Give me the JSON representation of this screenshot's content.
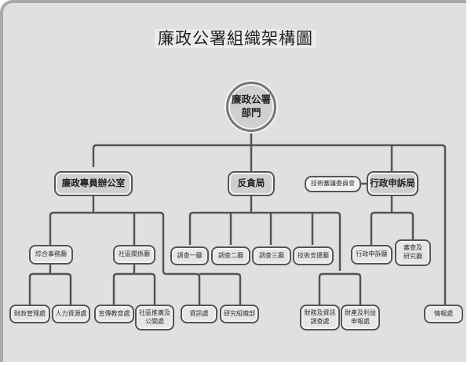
{
  "title": "廉政公署組織架構圖",
  "colors": {
    "background": "#e0e0e0",
    "line": "#555555",
    "major_fill": "#cfcfcf",
    "minor_fill": "#e6e6e6"
  },
  "root": {
    "label": "廉政公署\n部門"
  },
  "divisions": [
    {
      "id": "office",
      "label": "廉政專員辦公室"
    },
    {
      "id": "anti",
      "label": "反貪局"
    },
    {
      "id": "admin",
      "label": "行政申訴局"
    }
  ],
  "committee": {
    "label": "技術審議委員會"
  },
  "sections": {
    "general_affairs": "綜合事務廳",
    "community_relations": "社區關係廳",
    "investigation_1": "調查一廳",
    "investigation_2": "調查二廳",
    "investigation_3": "調查三廳",
    "tech_support": "技術支援廳",
    "admin_complaints": "行政申訴廳",
    "audit_research": "審查及\n研究廳"
  },
  "units": {
    "finance": "財政管理處",
    "hr": "人力資源處",
    "publicity": "宣傳教育處",
    "community_liaison": "社區推廣及\n公關處",
    "information": "資訊處",
    "research": "研究組織部",
    "financial_investigation": "財務及資訊\n調查處",
    "asset_declaration": "財產及利益\n申報處",
    "intelligence": "情報處"
  }
}
